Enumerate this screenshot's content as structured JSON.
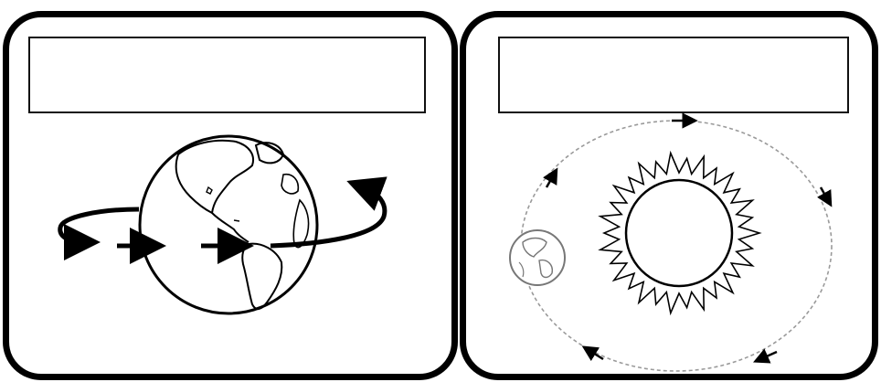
{
  "panels": [
    {
      "id": "rotation",
      "label_text": "",
      "illustration": "earth-rotating-on-axis",
      "arrows": [
        "left-curved-arrow",
        "straight-arrow",
        "straight-arrow",
        "right-curved-arrow"
      ]
    },
    {
      "id": "revolution",
      "label_text": "",
      "illustration": "earth-orbiting-sun",
      "orbit_style": "dashed-ellipse"
    }
  ],
  "colors": {
    "outline": "#000000",
    "background": "#ffffff",
    "orbit": "#9a9a9a"
  }
}
